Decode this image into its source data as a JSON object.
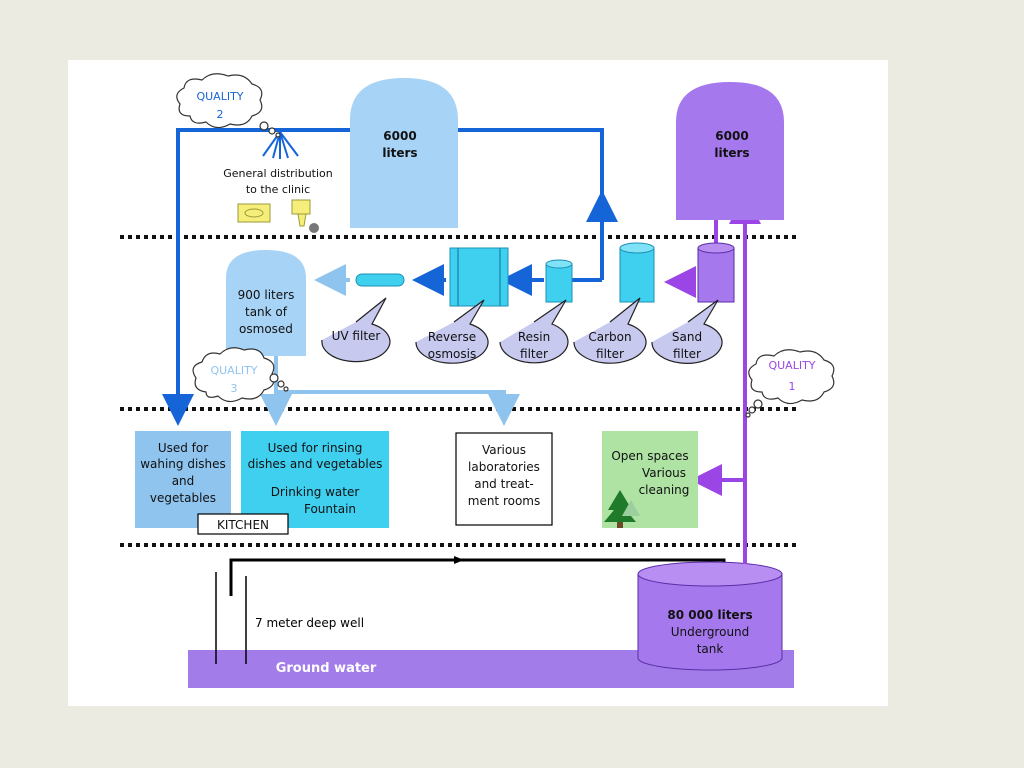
{
  "tanks": {
    "upper_blue": {
      "line1": "6000",
      "line2": "liters"
    },
    "upper_purple": {
      "line1": "6000",
      "line2": "liters"
    },
    "osmosed": {
      "line1": "900 liters",
      "line2": "tank of",
      "line3": "osmosed"
    },
    "underground": {
      "line1": "80 000 liters",
      "line2": "Underground",
      "line3": "tank"
    }
  },
  "quality_labels": {
    "q2": {
      "word": "QUALITY",
      "num": "2"
    },
    "q3": {
      "word": "QUALITY",
      "num": "3"
    },
    "q1": {
      "word": "QUALITY",
      "num": "1"
    }
  },
  "distribution": {
    "line1": "General distribution",
    "line2": "to the clinic"
  },
  "filters": {
    "uv": {
      "line1": "UV filter",
      "line2": ""
    },
    "reverse": {
      "line1": "Reverse",
      "line2": "osmosis"
    },
    "resin": {
      "line1": "Resin",
      "line2": "filter"
    },
    "carbon": {
      "line1": "Carbon",
      "line2": "filter"
    },
    "sand": {
      "line1": "Sand",
      "line2": "filter"
    }
  },
  "uses": {
    "dishes": {
      "line1": "Used for",
      "line2": "wahing dishes",
      "line3": "and",
      "line4": "vegetables"
    },
    "rinsing": {
      "line1": "Used for rinsing",
      "line2": "dishes and vegetables",
      "line3": "Drinking water",
      "line4": "Fountain"
    },
    "labs": {
      "line1": "Various",
      "line2": "laboratories",
      "line3": "and treat-",
      "line4": "ment rooms"
    },
    "open": {
      "line1": "Open spaces",
      "line2": "Various",
      "line3": "cleaning"
    },
    "kitchen": "KITCHEN"
  },
  "ground": {
    "well": "7 meter deep well",
    "water": "Ground water"
  },
  "colors": {
    "blue": "#1565d8",
    "light_blue": "#8fc4ef",
    "tank_blue": "#a7d3f6",
    "cyan": "#3fd0f0",
    "purple": "#9b45e6",
    "purple_fill": "#a678ee",
    "green": "#aee3a4"
  }
}
